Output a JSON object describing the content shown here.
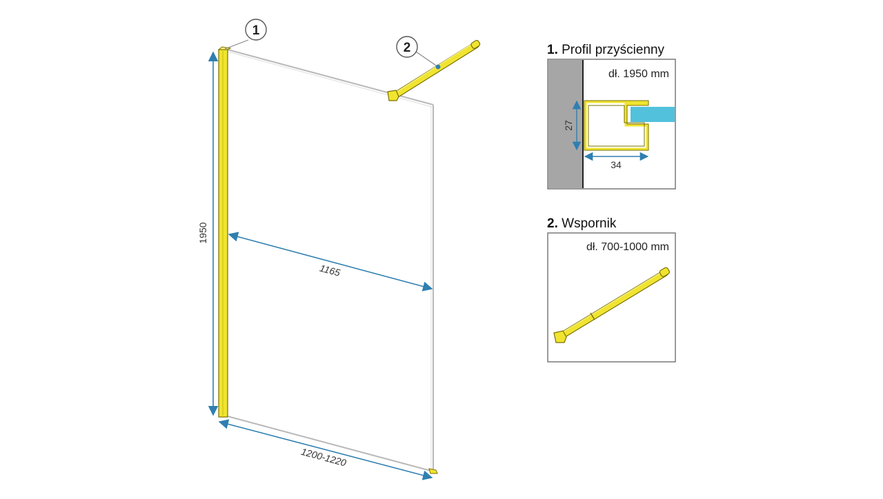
{
  "colors": {
    "gold": "#f0e430",
    "gold_edge": "#7a7000",
    "dimension": "#2f7fb0",
    "glass_frame": "#c8c8c8",
    "wall": "#a6a6a6",
    "glass_insert": "#52c1dc",
    "frame": "#6f6f6f"
  },
  "main": {
    "callout_1": "1",
    "callout_2": "2",
    "dim_height": "1950",
    "dim_inner_width": "1165",
    "dim_total_width": "1200-1220"
  },
  "profile_panel": {
    "number": "1.",
    "title": " Profil przyścienny",
    "length": "dł. 1950 mm",
    "dim_depth": "27",
    "dim_width": "34"
  },
  "bracket_panel": {
    "number": "2.",
    "title": " Wspornik",
    "length": "dł. 700-1000 mm"
  }
}
